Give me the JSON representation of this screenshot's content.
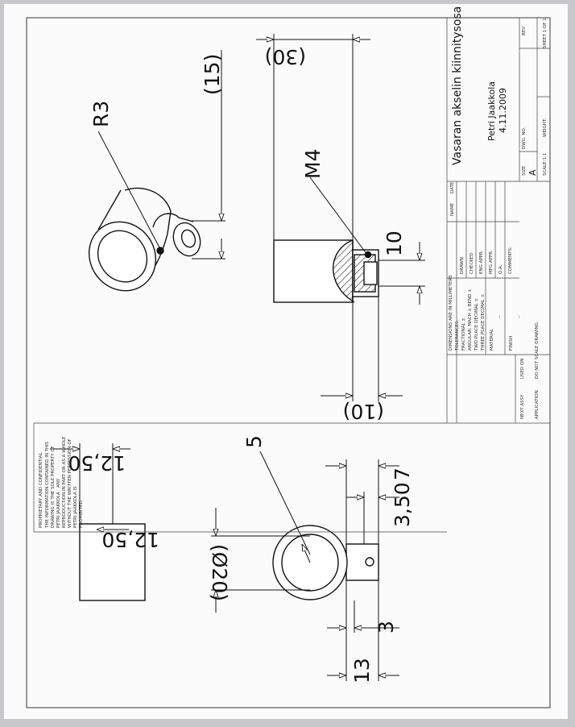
{
  "drawing": {
    "dimensions": {
      "d_15": "(15)",
      "d_30": "(30)",
      "r3": "R3",
      "m4": "M4",
      "d_10_top": "10",
      "d_10_bottom": "(10)",
      "d_5": "5",
      "d_12_50_a": "12,50",
      "d_12_50_b": "12,50",
      "d_7": "7",
      "d_3_50": "3,50",
      "d_20": "(Ø20)",
      "d_3": "3",
      "d_13": "13"
    },
    "title_block": {
      "title": "Vasaran akselin kiinnitysosa",
      "author": "Petri Jaakkola",
      "date": "4.11.2009",
      "size": "A",
      "size_label": "SIZE",
      "dwg_no_label": "DWG. NO.",
      "rev_label": "REV",
      "scale_label": "SCALE:1:1",
      "weight_label": "WEIGHT:",
      "sheet_label": "SHEET 1 OF 1",
      "name_label": "NAME",
      "date_label": "DATE",
      "drawn": "DRAWN",
      "checked": "CHECKED",
      "eng_appr": "ENG APPR.",
      "mfg_appr": "MFG APPR.",
      "qa": "Q.A.",
      "comments": "COMMENTS:",
      "tolerance_lines": [
        "DIMENSIONS ARE IN MILLIMETERS",
        "TOLERANCES:",
        "FRACTIONAL ±",
        "ANGULAR: MACH ±   BEND ±",
        "TWO PLACE DECIMAL  ±",
        "THREE PLACE DECIMAL  ±"
      ],
      "material_label": "MATERIAL",
      "finish_label": "FINISH",
      "material_value": "--",
      "finish_value": "--",
      "next_assy": "NEXT ASSY",
      "used_on": "USED ON",
      "application": "APPLICATION",
      "do_not_scale": "DO NOT SCALE DRAWING",
      "proprietary_lines": [
        "PROPRIETARY AND CONFIDENTIAL",
        "THE INFORMATION CONTAINED IN THIS",
        "DRAWING IS THE SOLE PROPERTY OF",
        "PETRI JAAKKOLA . ANY",
        "REPRODUCTION IN PART OR AS A WHOLE",
        "WITHOUT THE WRITTEN PERMISSION OF",
        "PETRI JAAKKOLA IS",
        "PROHIBITED."
      ]
    }
  }
}
